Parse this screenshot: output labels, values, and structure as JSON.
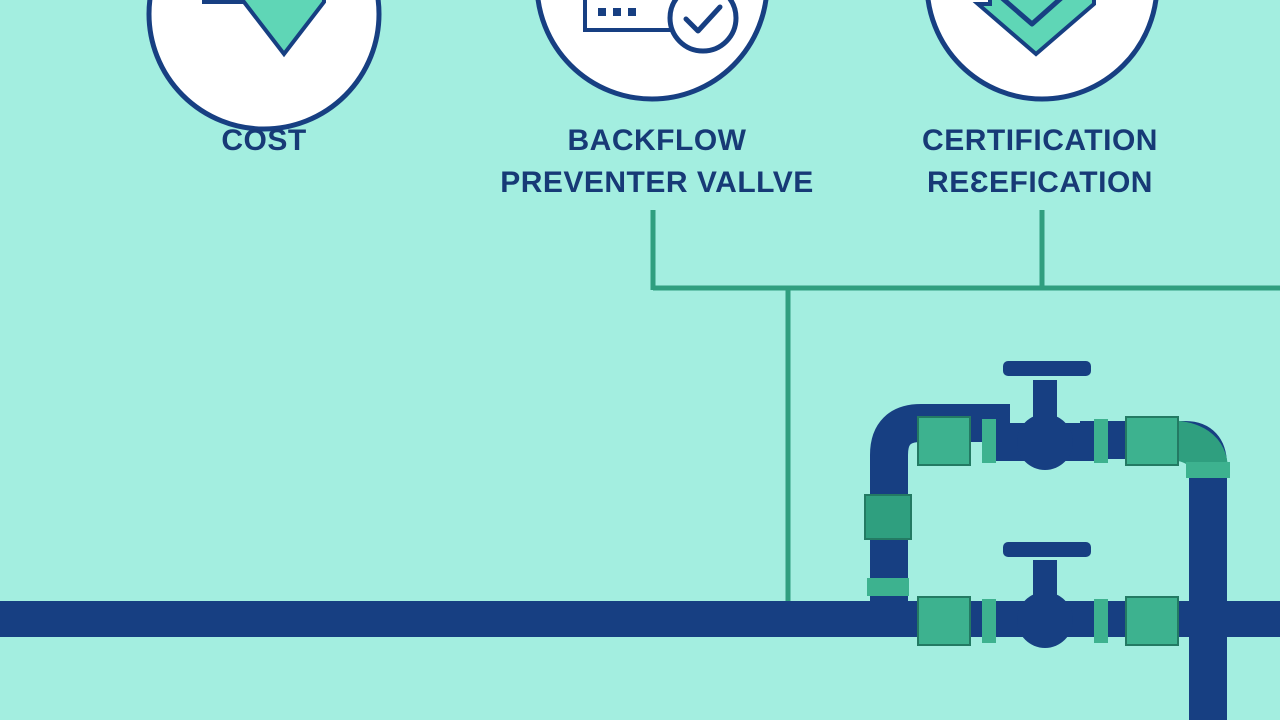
{
  "colors": {
    "background": "#a3eee0",
    "navy": "#173f82",
    "teal": "#2f9f7f",
    "teal_light": "#3db28f",
    "circle_fill": "#ffffff",
    "label": "#173a76"
  },
  "icons": [
    {
      "name": "shield-check-icon"
    },
    {
      "name": "meter-check-icon"
    },
    {
      "name": "certificate-check-icon"
    }
  ],
  "labels": {
    "cost": {
      "lines": [
        "COST"
      ]
    },
    "valve": {
      "lines": [
        "BACKFLOW",
        "PREVENTER VALLVE"
      ]
    },
    "cert": {
      "lines": [
        "CERTIFICATION",
        "REƐEFICATION"
      ]
    }
  }
}
